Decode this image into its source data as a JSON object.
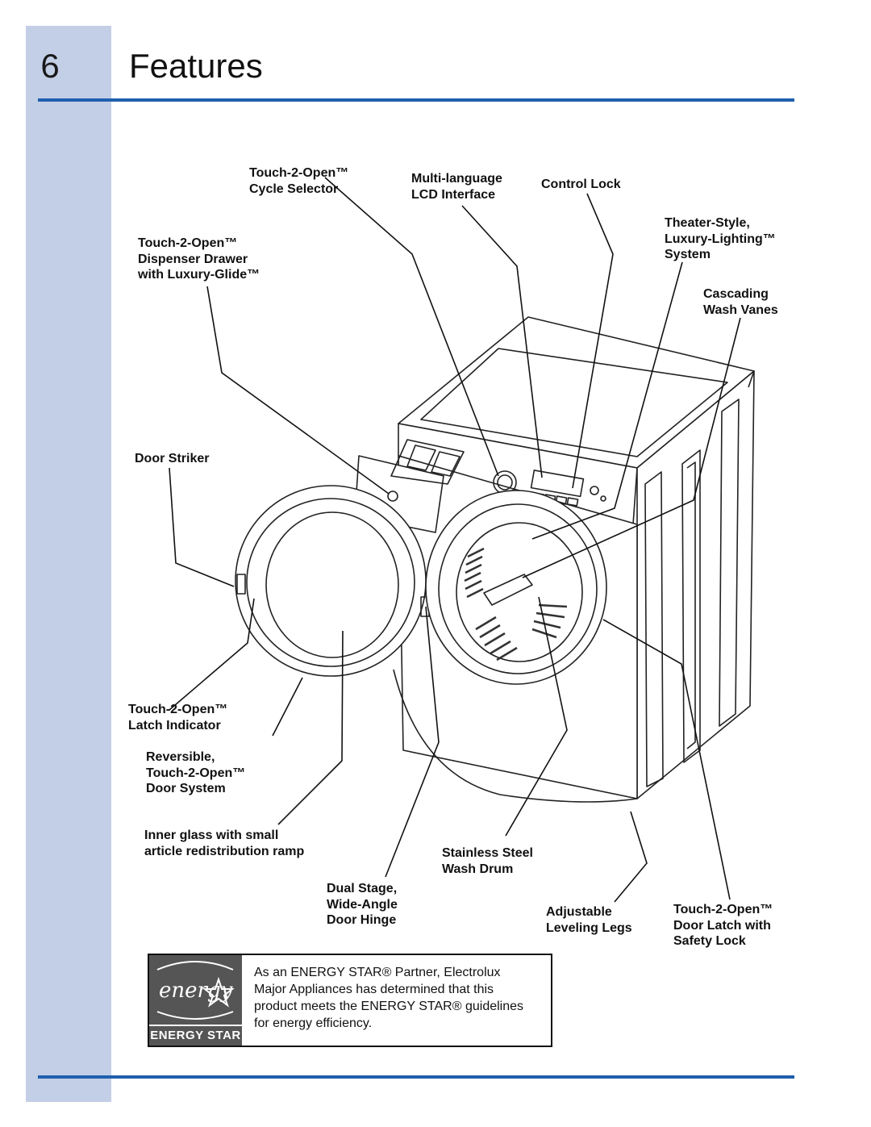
{
  "page": {
    "chapter_number": "6",
    "title": "Features"
  },
  "labels": {
    "cycle_selector": [
      "Touch-2-Open™",
      "Cycle Selector"
    ],
    "lcd_interface": [
      "Multi-language",
      "LCD Interface"
    ],
    "control_lock": [
      "Control Lock"
    ],
    "lighting": [
      "Theater-Style,",
      "Luxury-Lighting™",
      "System"
    ],
    "dispenser": [
      "Touch-2-Open™",
      "Dispenser Drawer",
      "with Luxury-Glide™"
    ],
    "wash_vanes": [
      "Cascading",
      "Wash Vanes"
    ],
    "door_striker": [
      "Door Striker"
    ],
    "latch_indicator": [
      "Touch-2-Open™",
      "Latch Indicator"
    ],
    "door_system": [
      "Reversible,",
      "Touch-2-Open™",
      "Door System"
    ],
    "inner_glass": [
      "Inner glass with small",
      "article redistribution ramp"
    ],
    "wash_drum": [
      "Stainless Steel",
      "Wash Drum"
    ],
    "door_hinge": [
      "Dual Stage,",
      "Wide-Angle",
      "Door Hinge"
    ],
    "leveling_legs": [
      "Adjustable",
      "Leveling Legs"
    ],
    "door_latch": [
      "Touch-2-Open™",
      "Door Latch with",
      "Safety Lock"
    ]
  },
  "energy_star": {
    "logo_text": "ENERGY STAR",
    "logo_script": "energy",
    "statement": [
      "As an ENERGY STAR® Partner, Electrolux",
      "Major Appliances has determined that this",
      "product meets the ENERGY STAR® guidelines",
      "for energy efficiency."
    ]
  },
  "colors": {
    "sidebar": "#c3cfe6",
    "rule": "#1f5fae"
  }
}
